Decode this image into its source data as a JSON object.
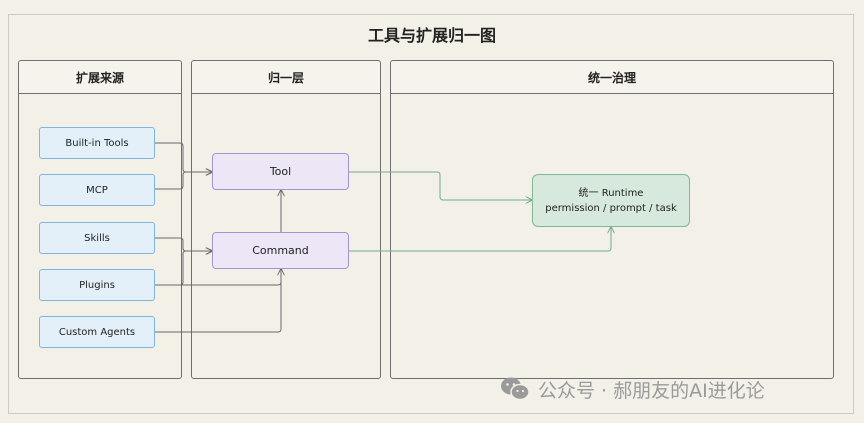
{
  "title": "工具与扩展归一图",
  "lanes": {
    "sources": "扩展来源",
    "unify": "归一层",
    "governance": "统一治理"
  },
  "sources": [
    "Built-in Tools",
    "MCP",
    "Skills",
    "Plugins",
    "Custom Agents"
  ],
  "middle": {
    "tool": "Tool",
    "command": "Command"
  },
  "runtime": {
    "line1": "统一 Runtime",
    "line2": "permission / prompt / task"
  },
  "watermark": {
    "icon": "wechat-icon",
    "text": "公众号 · 郝朋友的AI进化论"
  },
  "colors": {
    "source_fill": "#e3f0fa",
    "middle_fill": "#ece6f7",
    "runtime_fill": "#d6e9dc"
  }
}
